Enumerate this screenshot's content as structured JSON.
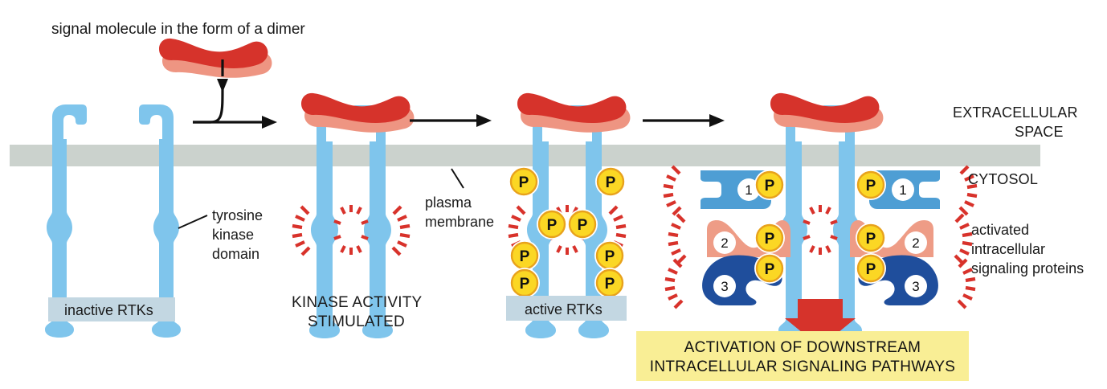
{
  "figure": {
    "title_label": "signal molecule in the form of a dimer",
    "subject": "receptor tyrosine kinase (RTK) activation pathway"
  },
  "colors": {
    "receptor_blue": "#7FC5EC",
    "membrane_gray": "#CBD2CD",
    "signal_dark_red": "#D6332B",
    "signal_light_red": "#EE9582",
    "phosphate_yellow": "#FBD724",
    "phosphate_border": "#E8A21C",
    "protein1_blue": "#4E9ED4",
    "protein2_salmon": "#EE9C86",
    "protein3_navy": "#1F4E9C",
    "spark_red": "#D8322B",
    "label_box_blue": "#C3D7E2",
    "yellow_box": "#F9EE95",
    "arrow_black": "#111111",
    "active_rtk_text": "#D6332B"
  },
  "annotations": {
    "tyrosine_kinase_domain": "tyrosine\nkinase\ndomain",
    "tyrosine_kinase_line1": "tyrosine",
    "tyrosine_kinase_line2": "kinase",
    "tyrosine_kinase_line3": "domain",
    "plasma_membrane_line1": "plasma",
    "plasma_membrane_line2": "membrane",
    "extracellular_line1": "EXTRACELLULAR",
    "extracellular_line2": "SPACE",
    "cytosol": "CYTOSOL",
    "activated_line1": "activated",
    "activated_line2": "intracellular",
    "activated_line3": "signaling proteins"
  },
  "stage_labels": {
    "stage1": "inactive RTKs",
    "stage2_line1": "KINASE ACTIVITY",
    "stage2_line2": "STIMULATED",
    "stage3": "active RTKs",
    "outcome_line1": "ACTIVATION OF DOWNSTREAM",
    "outcome_line2": "INTRACELLULAR SIGNALING PATHWAYS"
  },
  "phosphate_label": "P",
  "protein_numbers": {
    "one": "1",
    "two": "2",
    "three": "3"
  },
  "counts": {
    "phosphates_stage3": 8,
    "phosphates_stage4": 6,
    "proteins_per_side": 3,
    "inactive_receptors": 2
  }
}
